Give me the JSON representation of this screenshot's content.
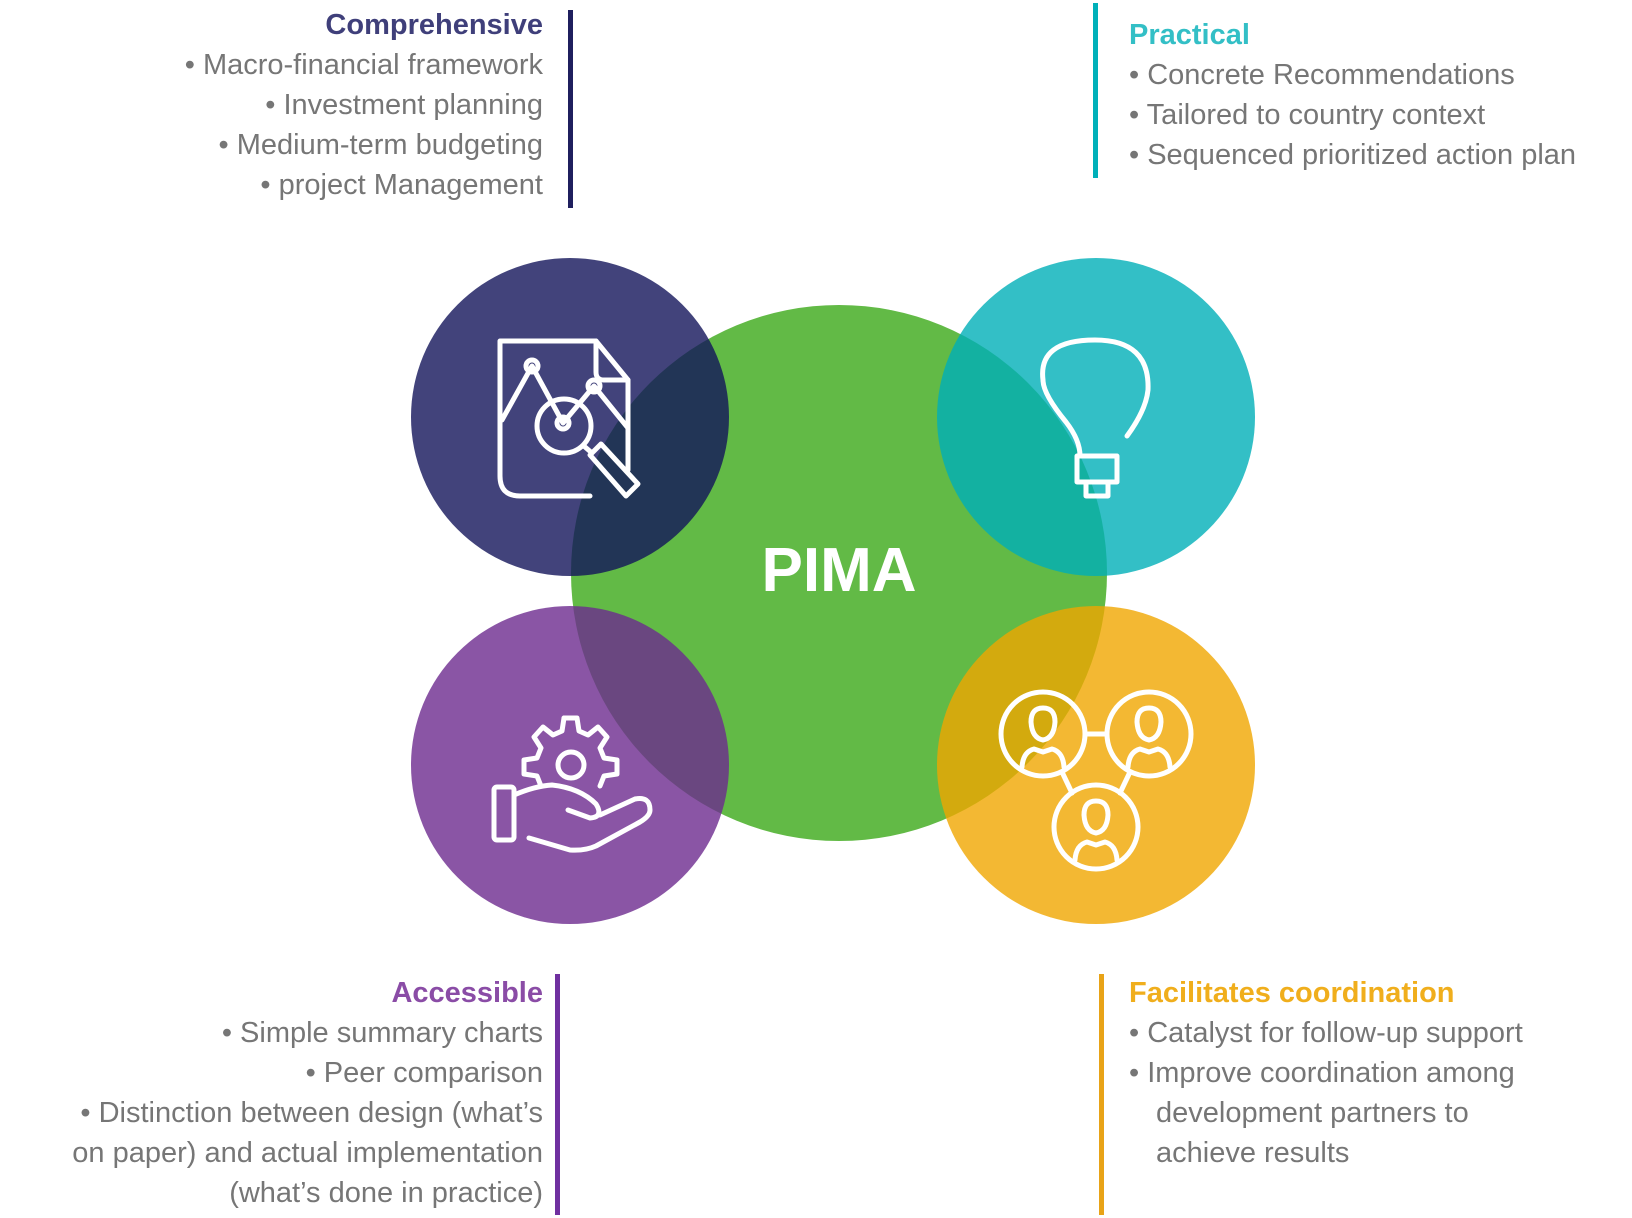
{
  "center_label": "PIMA",
  "colors": {
    "green": "#62ba46",
    "comprehensive": "#424279",
    "practical": "#33bfc6",
    "accessible": "#8a55a5",
    "facilitates": "#f3b82f",
    "body_text": "#767676"
  },
  "comprehensive": {
    "title": "Comprehensive",
    "items": [
      "• Macro-financial framework",
      "• Investment planning",
      "• Medium-term budgeting",
      "• project Management"
    ],
    "icon": "document-chart-magnifier-icon"
  },
  "practical": {
    "title": "Practical",
    "items": [
      "• Concrete Recommendations",
      "• Tailored to country context",
      "• Sequenced  prioritized action plan"
    ],
    "icon": "lightbulb-icon"
  },
  "accessible": {
    "title": "Accessible",
    "items": [
      "• Simple summary charts",
      "• Peer comparison",
      "• Distinction between design (what’s",
      "on paper) and actual implementation",
      "(what’s done in practice)"
    ],
    "icon": "hand-gear-icon"
  },
  "facilitates": {
    "title": "Facilitates coordination",
    "items": [
      "• Catalyst for follow-up support",
      "• Improve coordination among",
      "development partners to",
      "achieve results"
    ],
    "icon": "people-network-icon"
  }
}
